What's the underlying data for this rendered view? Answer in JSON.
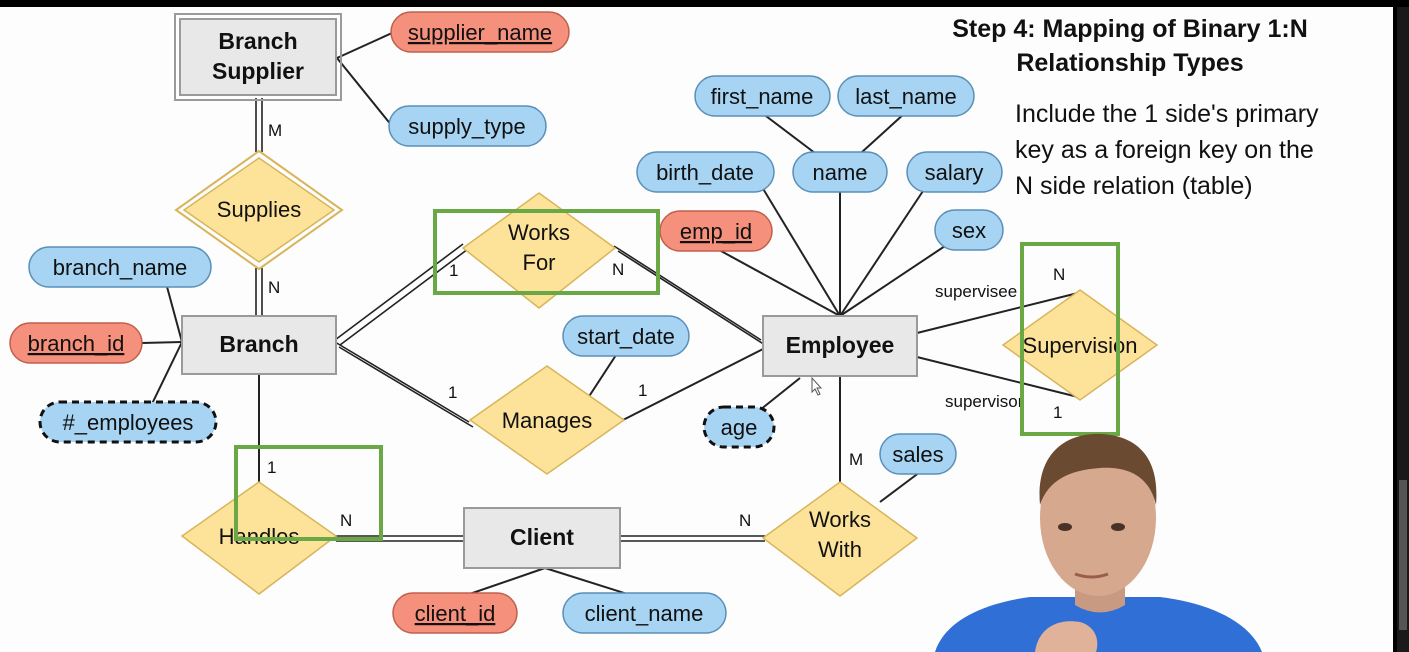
{
  "heading": {
    "line1": "Step 4: Mapping of Binary 1:N",
    "line2": "Relationship Types"
  },
  "description": {
    "line1": "Include the 1 side's primary",
    "line2": "key as a foreign key on the",
    "line3": "N side relation (table)"
  },
  "entities": {
    "branch_supplier_line1": "Branch",
    "branch_supplier_line2": "Supplier",
    "branch": "Branch",
    "employee": "Employee",
    "client": "Client"
  },
  "relationships": {
    "supplies": "Supplies",
    "works_for_line1": "Works",
    "works_for_line2": "For",
    "manages": "Manages",
    "handles": "Handles",
    "works_with_line1": "Works",
    "works_with_line2": "With",
    "supervision": "Supervision"
  },
  "attributes": {
    "supplier_name": "supplier_name",
    "supply_type": "supply_type",
    "branch_name": "branch_name",
    "branch_id": "branch_id",
    "num_employees": "#_employees",
    "start_date": "start_date",
    "first_name": "first_name",
    "last_name": "last_name",
    "birth_date": "birth_date",
    "name": "name",
    "salary": "salary",
    "emp_id": "emp_id",
    "sex": "sex",
    "age": "age",
    "sales": "sales",
    "client_id": "client_id",
    "client_name": "client_name"
  },
  "cardinalities": {
    "supplies_bs": "M",
    "supplies_branch": "N",
    "worksfor_branch": "1",
    "worksfor_employee": "N",
    "manages_branch": "1",
    "manages_employee": "1",
    "handles_branch": "1",
    "handles_client": "N",
    "workswith_employee": "M",
    "workswith_client": "N",
    "supervision_supervisee": "N",
    "supervision_supervisor": "1"
  },
  "role_labels": {
    "supervisee": "supervisee",
    "supervisor": "supervisor"
  },
  "colors": {
    "entity_fill": "#e8e8e8",
    "entity_stroke": "#9a9a9a",
    "relationship_fill": "#fde39a",
    "attribute_fill": "#a6d4f2",
    "key_attribute_fill": "#f4907c",
    "highlight_box": "#6aa845",
    "person_shirt": "#2f6fd6"
  }
}
